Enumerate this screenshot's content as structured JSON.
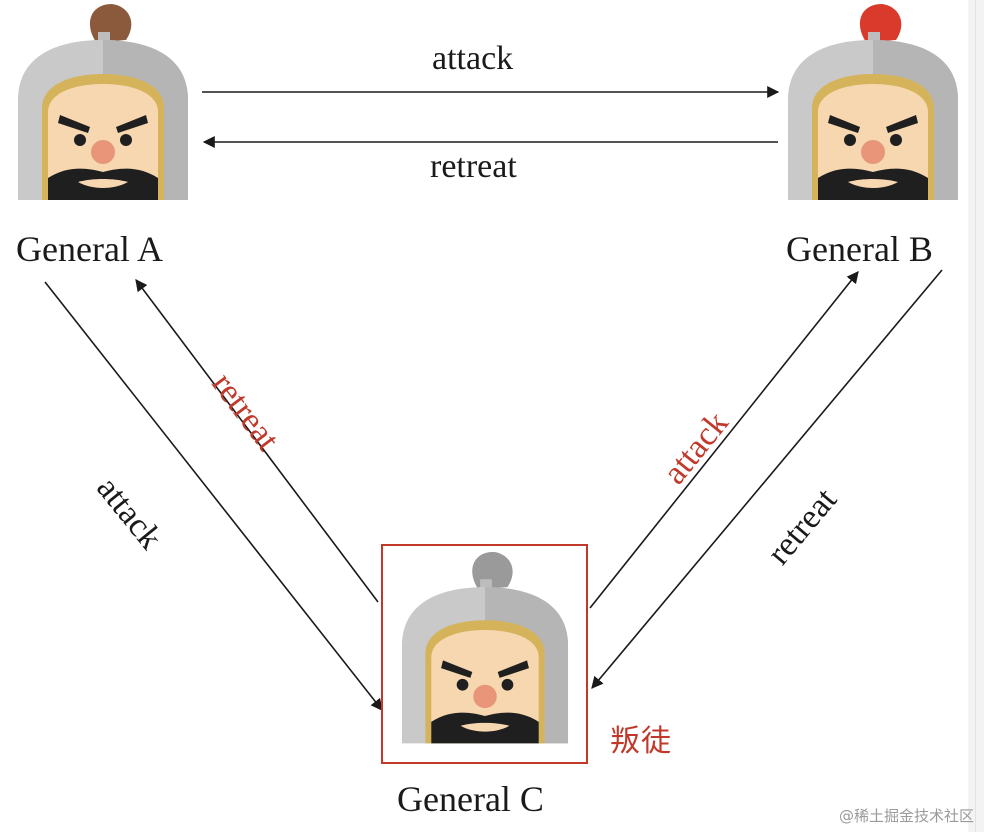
{
  "generals": {
    "a": {
      "label": "General A",
      "plume_color": "#8b5a3c"
    },
    "b": {
      "label": "General B",
      "plume_color": "#d93a2b"
    },
    "c": {
      "label": "General C",
      "plume_color": "#9a9a9a",
      "tag": "叛徒"
    }
  },
  "edges": {
    "a_to_b": "attack",
    "b_to_a": "retreat",
    "a_to_c": "attack",
    "c_to_a": "retreat",
    "c_to_b": "attack",
    "b_to_c": "retreat"
  },
  "colors": {
    "traitor": "#c0392b",
    "text": "#1a1a1a",
    "arrow": "#1a1a1a"
  },
  "watermark": "@稀土掘金技术社区"
}
